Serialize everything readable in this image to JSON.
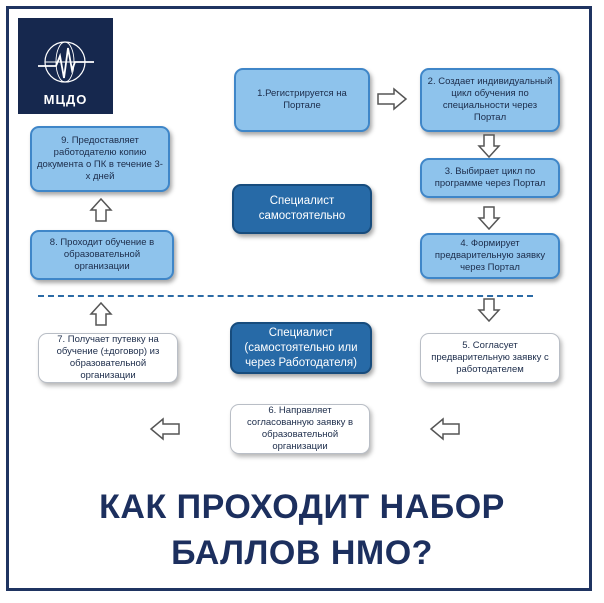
{
  "brand": {
    "logo_text": "МЦДО"
  },
  "steps": {
    "step1": "1.Регистрируется на Портале",
    "step2": "2. Создает индивидуальный цикл обучения по специальности через Портал",
    "step3": "3. Выбирает цикл по программе через Портал",
    "step4": "4. Формирует предварительную заявку через Портал",
    "step5": "5. Согласует предварительную заявку с работодателем",
    "step6": "6. Направляет согласованную заявку в образовательной организации",
    "step7": "7. Получает путевку на обучение (±договор) из образовательной организации",
    "step8": "8. Проходит обучение в образовательной организации",
    "step9": "9. Предоставляет работодателю копию документа о ПК в течение 3-х дней"
  },
  "roles": {
    "self": "Специалист самостоятельно",
    "self_or_employer": "Специалист (самостоятельно или через Работодателя)"
  },
  "headline": {
    "line1": "КАК ПРОХОДИТ НАБОР",
    "line2": "БАЛЛОВ НМО?"
  },
  "colors": {
    "blue_box": "#8ec3ec",
    "center_box": "#276aa7",
    "logo_bg": "#16284e",
    "headline": "#1c2f5e"
  }
}
